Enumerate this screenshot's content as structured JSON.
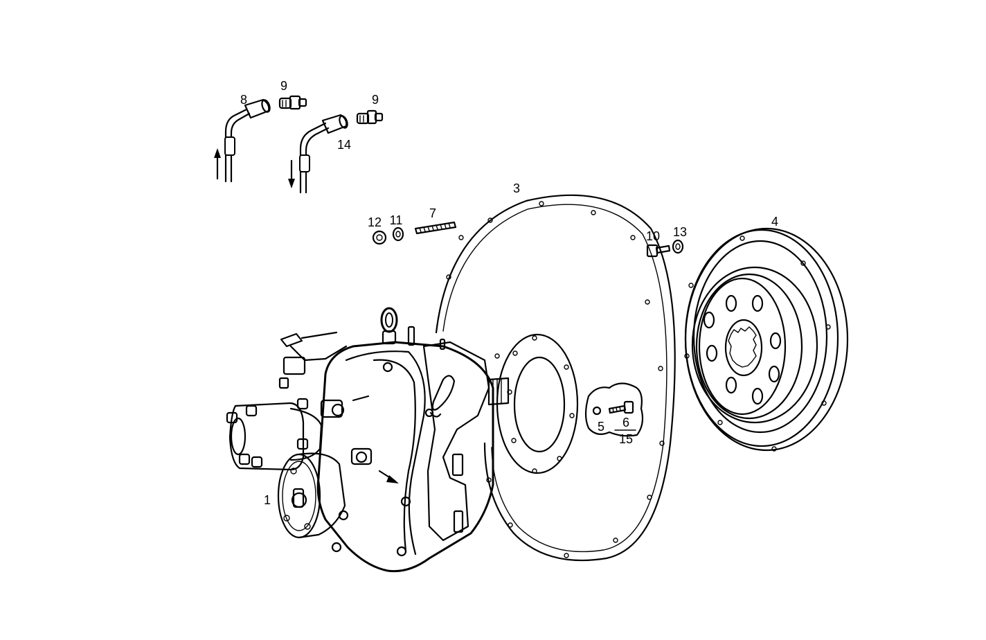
{
  "callouts": {
    "c1": "1",
    "c3": "3",
    "c4": "4",
    "c5": "5",
    "c6": "6",
    "c15": "15",
    "c7": "7",
    "c8": "8",
    "c9a": "9",
    "c9b": "9",
    "c10": "10",
    "c11": "11",
    "c12": "12",
    "c13": "13",
    "c14": "14"
  },
  "colors": {
    "ink": "#000000",
    "paper": "#ffffff"
  }
}
